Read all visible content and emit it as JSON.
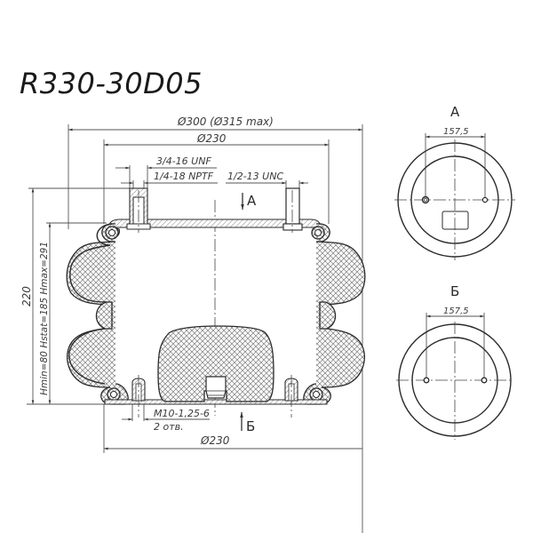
{
  "title": "R330-30D05",
  "dimensions": {
    "outer_diameter": "Ø300 (Ø315 max)",
    "plate_diameter_top": "Ø230",
    "plate_diameter_bottom": "Ø230",
    "thread_air_port_outer": "3/4-16 UNF",
    "thread_air_port_inner": "1/4-18 NPTF",
    "thread_top_stud": "1/2-13 UNC",
    "thread_bottom": "M10-1,25-6",
    "thread_bottom_count": "2 отв.",
    "height_overall": "220",
    "height_range": "Hmin=80  Hstat=185  Hmax=291"
  },
  "views": {
    "top_arrow_label": "A",
    "bottom_arrow_label": "Б",
    "view_a": {
      "label": "A",
      "hole_spacing": "157,5"
    },
    "view_b": {
      "label": "Б",
      "hole_spacing": "157,5"
    }
  },
  "colors": {
    "line": "#2b2b2b",
    "dimension": "#555555",
    "background": "#ffffff"
  }
}
